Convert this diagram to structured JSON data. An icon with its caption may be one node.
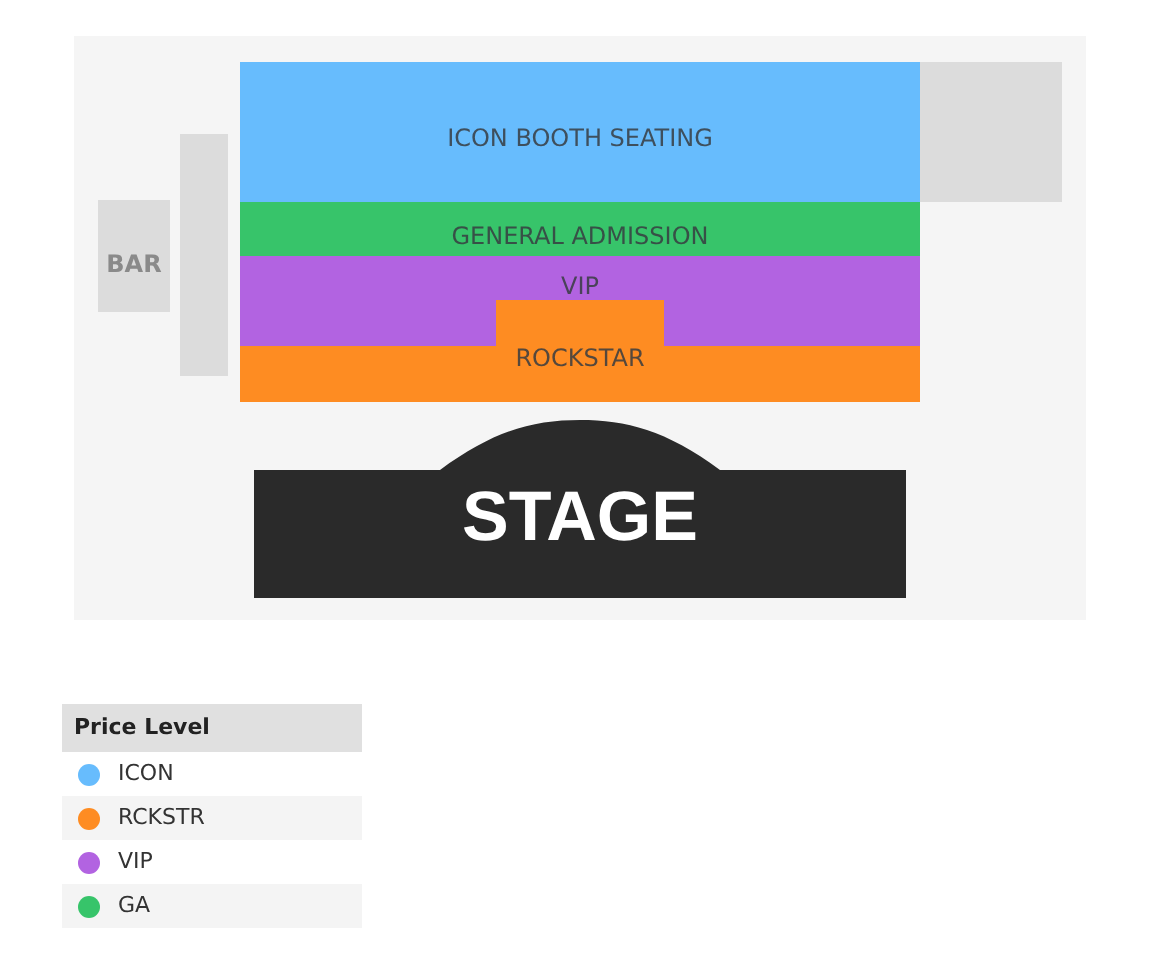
{
  "diagram": {
    "nodes": [
      {
        "text": [
          "ICON BOOTH SEATING"
        ]
      },
      {
        "text": [],
        "shape": "box"
      },
      {
        "text": [
          "BAR"
        ]
      },
      {
        "text": [],
        "shape": "box"
      },
      {
        "text": [
          "GENERAL ADMISSION"
        ]
      },
      {
        "text": [
          "VIP"
        ]
      },
      {
        "text": [
          "ROCKSTAR"
        ]
      },
      {
        "text": [
          "STAGE"
        ]
      }
    ],
    "labels": [
      "Price Level"
    ],
    "legend": [
      {
        "text": "ICON",
        "color": "#67bcfd"
      },
      {
        "text": "RCKSTR",
        "color": "#fe8c22"
      },
      {
        "text": "VIP",
        "color": "#b263e1"
      },
      {
        "text": "GA",
        "color": "#37c46a"
      }
    ]
  }
}
